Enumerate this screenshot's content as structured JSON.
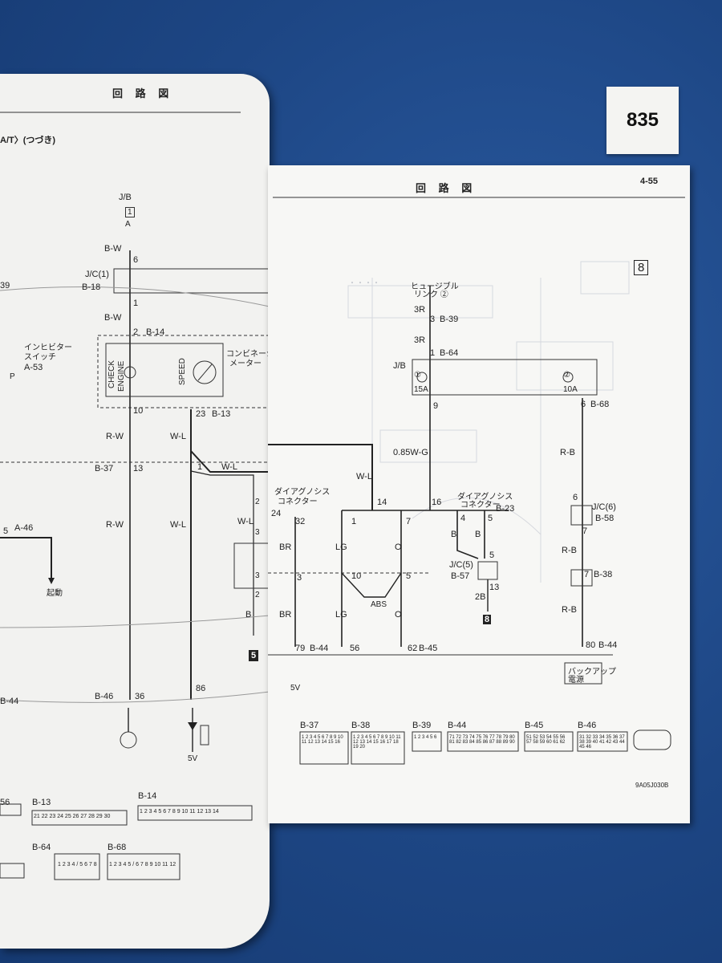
{
  "sticker": {
    "number": "835"
  },
  "left_page": {
    "header": "回 路 図",
    "subtitle": "A/T〉(つづき)",
    "labels": {
      "jb": "J/B",
      "jb_num": "1",
      "jb_pin": "A",
      "bw1": "B-W",
      "six": "6",
      "jc1": "J/C(1)",
      "b18": "B-18",
      "one": "1",
      "bw2": "B-W",
      "two": "2",
      "b14a": "B-14",
      "inhibitor": "インヒビター",
      "switch": "スイッチ",
      "a53": "A-53",
      "p": "P",
      "check": "CHECK",
      "engine": "ENGINE",
      "speed": "SPEED",
      "combi": "コンビネーション",
      "meter": "メーター",
      "ten": "10",
      "twentythree": "23",
      "b13a": "B-13",
      "rw1": "R-W",
      "wl1": "W-L",
      "b37": "B-37",
      "thirteen": "13",
      "one2": "1",
      "wl2": "W-L",
      "rw2": "R-W",
      "wl3": "W-L",
      "wl4": "W-L",
      "five": "5",
      "a46": "A-46",
      "kido": "起動",
      "two2": "2",
      "three": "3",
      "three2": "3",
      "two3": "2",
      "b": "B",
      "b5": "5",
      "b44": "B-44",
      "b46": "B-46",
      "thirtysix": "36",
      "eightysix": "86",
      "v5": "5V",
      "n39": "39",
      "n56": "56",
      "b13b": "B-13",
      "b14b": "B-14",
      "b64": "B-64",
      "b68": "B-68",
      "b13_pins": "21 22 23 24 25 26 27 28 29 30",
      "b14_pins": "1 2 3 4 5 6 7 8 9 10 11 12 13 14",
      "b64_pins": "1 2 3 4 / 5 6 7 8",
      "b68_pins": "1 2 3 4 5 / 6 7 8 9 10 11 12"
    }
  },
  "right_page": {
    "header": "回 路 図",
    "page_no": "4-55",
    "box_num": "8",
    "labels": {
      "fusible": "ヒュージブル",
      "link": "リンク ②",
      "r3a": "3R",
      "three": "3",
      "b39": "B-39",
      "r3b": "3R",
      "one": "1",
      "b64": "B-64",
      "jb": "J/B",
      "fuse1": "①",
      "amp1": "15A",
      "fuse2": "②",
      "amp2": "10A",
      "nine": "9",
      "six": "6",
      "b68": "B-68",
      "wg": "0.85W-G",
      "rb1": "R-B",
      "diag": "ダイアグノシス",
      "conn": "コネクター",
      "twentyfour": "24",
      "thirtytwo": "32",
      "diag2": "ダイアグノシス",
      "conn2": "コネクター",
      "fourteen": "14",
      "sixteen": "16",
      "four": "4",
      "five": "5",
      "b23": "B-23",
      "jc6": "J/C(6)",
      "b58": "B-58",
      "six2": "6",
      "seven": "7",
      "wl": "W-L",
      "br": "BR",
      "one2": "1",
      "seven2": "7",
      "lg": "LG",
      "o": "O",
      "b1": "B",
      "b2": "B",
      "five2": "5",
      "jc5": "J/C(5)",
      "b57": "B-57",
      "thirteen": "13",
      "rb2": "R-B",
      "seven3": "7",
      "b38": "B-38",
      "three2": "3",
      "ten": "10",
      "five3": "5",
      "abs": "ABS",
      "b2b": "2B",
      "eight": "8",
      "br2": "BR",
      "lg2": "LG",
      "o2": "O",
      "rb3": "R-B",
      "seventynine": "79",
      "b44": "B-44",
      "fiftysix": "56",
      "sixtytwo": "62",
      "b45": "B-45",
      "eighty": "80",
      "b44b": "B-44",
      "backup": "バックアップ",
      "backup2": "電源",
      "v5": "5V",
      "code": "9A05J030B"
    },
    "connectors": [
      {
        "name": "B-37",
        "pins": "1 2 3 4 5 6 7 8 9 10 11 12 13 14 15 16"
      },
      {
        "name": "B-38",
        "pins": "1 2 3 4 5 6 7 8 9 10 11 12 13 14 15 16 17 18 19 20"
      },
      {
        "name": "B-39",
        "pins": "1 2 3 4 5 6"
      },
      {
        "name": "B-44",
        "pins": "71 72 73 74 75 76 77 78 79 80 81 82 83 84 85 86 87 88 89 90"
      },
      {
        "name": "B-45",
        "pins": "51 52 53 54 55 56 57 58 59 60 61 62"
      },
      {
        "name": "B-46",
        "pins": "31 32 33 34 35 36 37 38 39 40 41 42 43 44 45 46"
      }
    ]
  }
}
